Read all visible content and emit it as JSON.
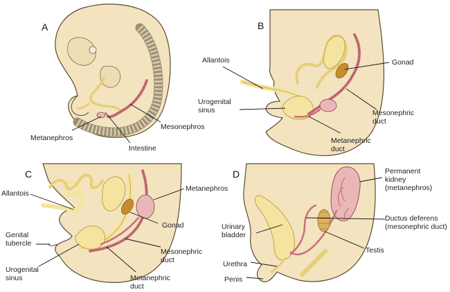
{
  "colors": {
    "tissue": "#f3e3bf",
    "tissue_stroke": "#5a4a30",
    "yellow_structure": "#f5e4a0",
    "yellow_stroke": "#b89b3a",
    "duct": "#c9707a",
    "duct_light": "#e9b7b7",
    "gonad": "#c98b2c",
    "somite": "#d8ccb0",
    "text": "#222222"
  },
  "panels": [
    {
      "letter": "A",
      "labels": {
        "metanephros": "Metanephros",
        "mesonephros": "Mesonephros",
        "intestine": "Intestine"
      }
    },
    {
      "letter": "B",
      "labels": {
        "allantois": "Allantois",
        "urogenital_sinus": [
          "Urogenital",
          "sinus"
        ],
        "gonad": "Gonad",
        "mesonephric_duct": [
          "Mesonephric",
          "duct"
        ],
        "metanephric_duct": [
          "Metanephric",
          "duct"
        ]
      }
    },
    {
      "letter": "C",
      "labels": {
        "metanephros": "Metanephros",
        "allantois": "Allantois",
        "gonad": "Gonad",
        "genital_tubercle": [
          "Genital",
          "tubercle"
        ],
        "mesonephric_duct": [
          "Mesonephric",
          "duct"
        ],
        "urogenital_sinus": [
          "Urogenital",
          "sinus"
        ],
        "metanephric_duct": [
          "Metanephric",
          "duct"
        ]
      }
    },
    {
      "letter": "D",
      "labels": {
        "permanent_kidney": [
          "Permanent",
          "kidney",
          "(metanephros)"
        ],
        "urinary_bladder": [
          "Urinary",
          "bladder"
        ],
        "ductus_deferens": [
          "Ductus deferens",
          "(mesonephric duct)"
        ],
        "testis": "Testis",
        "urethra": "Urethra",
        "penis": "Penis"
      }
    }
  ]
}
